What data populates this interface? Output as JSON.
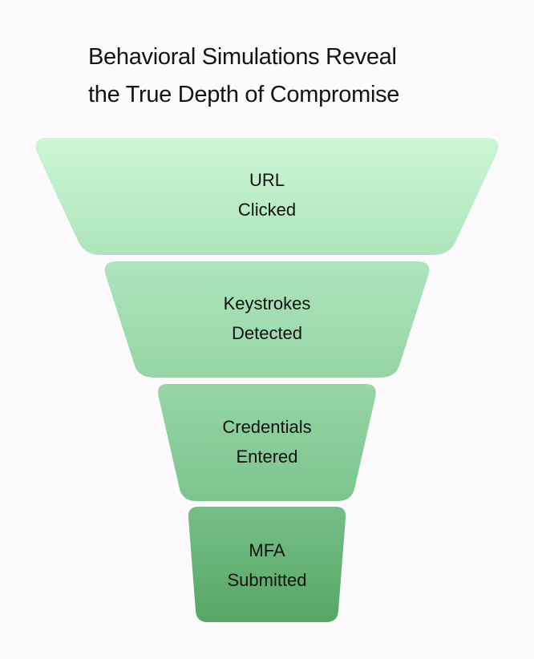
{
  "title": {
    "line1": "Behavioral Simulations Reveal",
    "line2": "the True Depth of Compromise"
  },
  "stages": [
    {
      "line1": "URL",
      "line2": "Clicked",
      "color_top": "#ccf6d5",
      "color_bottom": "#ade5bb"
    },
    {
      "line1": "Keystrokes",
      "line2": "Detected",
      "color_top": "#aee4bc",
      "color_bottom": "#95d5a4"
    },
    {
      "line1": "Credentials",
      "line2": "Entered",
      "color_top": "#96d6a5",
      "color_bottom": "#7cc48e"
    },
    {
      "line1": "MFA",
      "line2": "Submitted",
      "color_top": "#76bf88",
      "color_bottom": "#56a764"
    }
  ]
}
